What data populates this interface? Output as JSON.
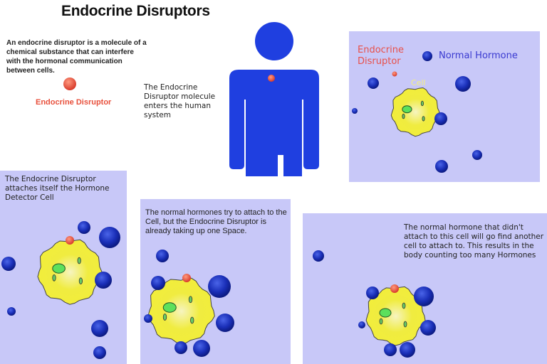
{
  "title": "Endocrine Disruptors",
  "intro": "An endocrine disruptor is a molecule of a chemical substance that can interfere with the hormonal communication between cells.",
  "legend_disruptor": "Endocrine Disruptor",
  "enters_text": "The Endocrine Disruptor molecule enters the human system",
  "panel1": {
    "disruptor_label": "Endocrine Disruptor",
    "hormone_label": "Normal Hormone",
    "cell_label": "Cell"
  },
  "panel2": {
    "text": "The Endocrine Disruptor attaches itself the Hormone Detector Cell"
  },
  "panel3": {
    "text": "The normal hormones try to attach to the Cell, but the Endocrine Disruptor is already taking up one Space."
  },
  "panel4": {
    "text": "The normal hormone that didn't attach to this cell will go find another cell to attach to. This results in the body counting too many Hormones"
  },
  "colors": {
    "panel_bg": "#c8c8f8",
    "hormone": "#1a2fb8",
    "disruptor": "#e8503c",
    "cell": "#f2ee3a",
    "body": "#1f3fe0"
  }
}
